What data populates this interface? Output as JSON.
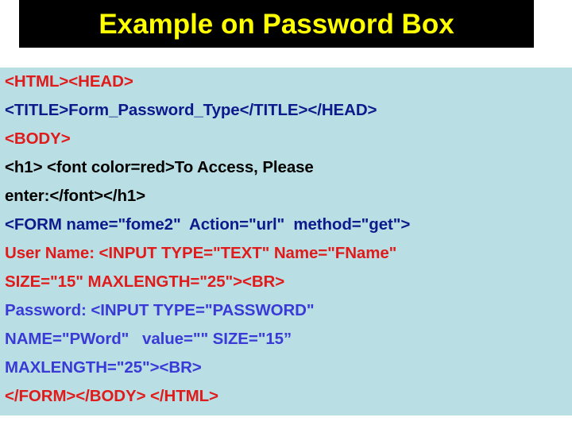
{
  "slide": {
    "background_color": "#ffffff"
  },
  "title": {
    "text": "Example on Password Box",
    "text_color": "#ffff00",
    "banner_color": "#000000"
  },
  "code_panel": {
    "background_color": "#b9dfe4",
    "colors": {
      "red": "#e01b1b",
      "navy": "#0d1a8c",
      "black": "#000000",
      "blue": "#3a3ad6"
    },
    "lines": [
      {
        "text": "<HTML><HEAD>",
        "color": "red"
      },
      {
        "text": "<TITLE>Form_Password_Type</TITLE></HEAD>",
        "color": "navy"
      },
      {
        "text": "<BODY>",
        "color": "red"
      },
      {
        "text": "<h1> <font color=red>To Access, Please",
        "color": "black"
      },
      {
        "text": "enter:</font></h1>",
        "color": "black"
      },
      {
        "text": "<FORM name=\"fome2\"  Action=\"url\"  method=\"get\">",
        "color": "navy"
      },
      {
        "text": "User Name: <INPUT TYPE=\"TEXT\" Name=\"FName\"",
        "color": "red"
      },
      {
        "text": "SIZE=\"15\" MAXLENGTH=\"25\"><BR>",
        "color": "red"
      },
      {
        "text": "Password: <INPUT TYPE=\"PASSWORD\"",
        "color": "blue"
      },
      {
        "text": "NAME=\"PWord\"   value=\"\" SIZE=\"15”",
        "color": "blue"
      },
      {
        "text": "MAXLENGTH=\"25\"><BR>",
        "color": "blue"
      },
      {
        "text": "</FORM></BODY> </HTML>",
        "color": "red"
      }
    ]
  }
}
